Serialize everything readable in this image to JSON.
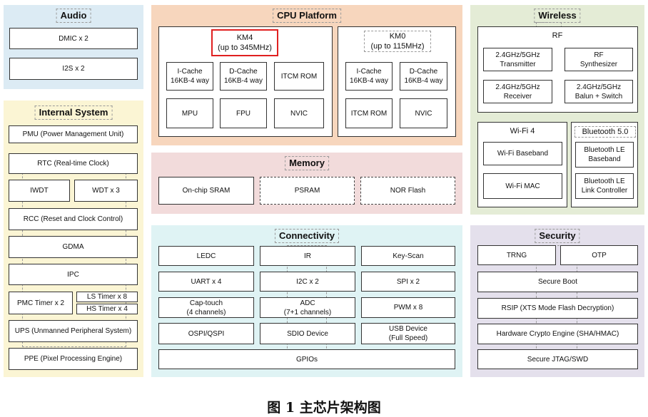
{
  "audio": {
    "title": "Audio",
    "items": [
      "DMIC x 2",
      "I2S x 2"
    ]
  },
  "internal": {
    "title": "Internal System",
    "pmu": "PMU (Power Management Unit)",
    "rtc": "RTC (Real-time Clock)",
    "iwdt": "IWDT",
    "wdt": "WDT x 3",
    "rcc": "RCC (Reset and Clock Control)",
    "gdma": "GDMA",
    "ipc": "IPC",
    "pmc": "PMC Timer x 2",
    "ls": "LS Timer x 8",
    "hs": "HS Timer x 4",
    "ups": "UPS (Unmanned Peripheral System)",
    "ppe": "PPE (Pixel Processing Engine)"
  },
  "cpu": {
    "title": "CPU Platform",
    "km4": {
      "name": "KM4",
      "freq": "(up to 345MHz)",
      "icache": "I-Cache\n16KB-4 way",
      "dcache": "D-Cache\n16KB-4 way",
      "itcm": "ITCM ROM",
      "mpu": "MPU",
      "fpu": "FPU",
      "nvic": "NVIC"
    },
    "km0": {
      "name": "KM0",
      "freq": "(up to 115MHz)",
      "icache": "I-Cache\n16KB-4 way",
      "dcache": "D-Cache\n16KB-4 way",
      "itcm": "ITCM ROM",
      "nvic": "NVIC"
    }
  },
  "memory": {
    "title": "Memory",
    "sram": "On-chip SRAM",
    "psram": "PSRAM",
    "nor": "NOR Flash"
  },
  "connectivity": {
    "title": "Connectivity",
    "ledc": "LEDC",
    "ir": "IR",
    "keyscan": "Key-Scan",
    "uart": "UART x 4",
    "i2c": "I2C x 2",
    "spi": "SPI x 2",
    "captouch": "Cap-touch\n(4 channels)",
    "adc": "ADC\n(7+1 channels)",
    "pwm": "PWM  x 8",
    "ospi": "OSPI/QSPI",
    "sdio": "SDIO Device",
    "usb": "USB Device\n(Full Speed)",
    "gpio": "GPIOs"
  },
  "wireless": {
    "title": "Wireless",
    "rf": "RF",
    "tx": "2.4GHz/5GHz\nTransmitter",
    "synth": "RF\nSynthesizer",
    "rx": "2.4GHz/5GHz\nReceiver",
    "balun": "2.4GHz/5GHz\nBalun + Switch",
    "wifi": "Wi-Fi 4",
    "wifi_bb": "Wi-Fi Baseband",
    "wifi_mac": "Wi-Fi MAC",
    "bt": "Bluetooth 5.0",
    "bt_bb": "Bluetooth LE\nBaseband",
    "bt_lc": "Bluetooth LE\nLink Controller"
  },
  "security": {
    "title": "Security",
    "trng": "TRNG",
    "otp": "OTP",
    "secure_boot": "Secure Boot",
    "rsip": "RSIP (XTS Mode Flash Decryption)",
    "crypto": "Hardware Crypto Engine (SHA/HMAC)",
    "jtag": "Secure JTAG/SWD"
  },
  "caption": "图 1  主芯片架构图",
  "colors": {
    "audio": "#dcebf4",
    "internal": "#fbf5d4",
    "cpu": "#f7d6bd",
    "memory": "#f2dbdb",
    "connectivity": "#dff3f4",
    "wireless": "#e4ecd6",
    "security": "#e4e0ec",
    "highlight": "#e02020"
  }
}
